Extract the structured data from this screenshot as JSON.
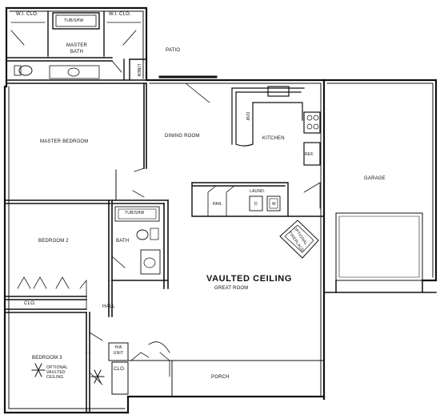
{
  "rooms": {
    "wic_left": "W.I. CLO.",
    "wic_right": "W.I. CLO.",
    "tub_shw_master": "TUB/SHW",
    "master_bath_line1": "MASTER",
    "master_bath_line2": "BATH",
    "patio": "PATIO",
    "linen": "LINEN",
    "master_bedroom": "MASTER BEDROOM",
    "dining_room": "DINING ROOM",
    "kitchen": "KITCHEN",
    "dw": "D/W",
    "ref": "REF.",
    "garage": "GARAGE",
    "laund": "LAUND.",
    "pan": "PAN.",
    "dryer": "D",
    "washer": "W",
    "optional_fireplace_line1": "OPTIONAL",
    "optional_fireplace_line2": "FIREPLACE",
    "tub_shw_bath": "TUB/SHW",
    "bedroom2": "BEDROOM 2",
    "bath": "BATH",
    "vaulted_ceiling": "VAULTED CEILING",
    "great_room": "GREAT ROOM",
    "clo_bed2": "CLO.",
    "hall": "HALL",
    "ha_unit_line1": "H/A",
    "ha_unit_line2": "UNIT",
    "bedroom3": "BEDROOM 3",
    "optional_vaulted_line1": "OPTIONAL",
    "optional_vaulted_line2": "VAULTED",
    "optional_vaulted_line3": "CEILING",
    "clo_bed3": "CLO.",
    "porch": "PORCH"
  }
}
